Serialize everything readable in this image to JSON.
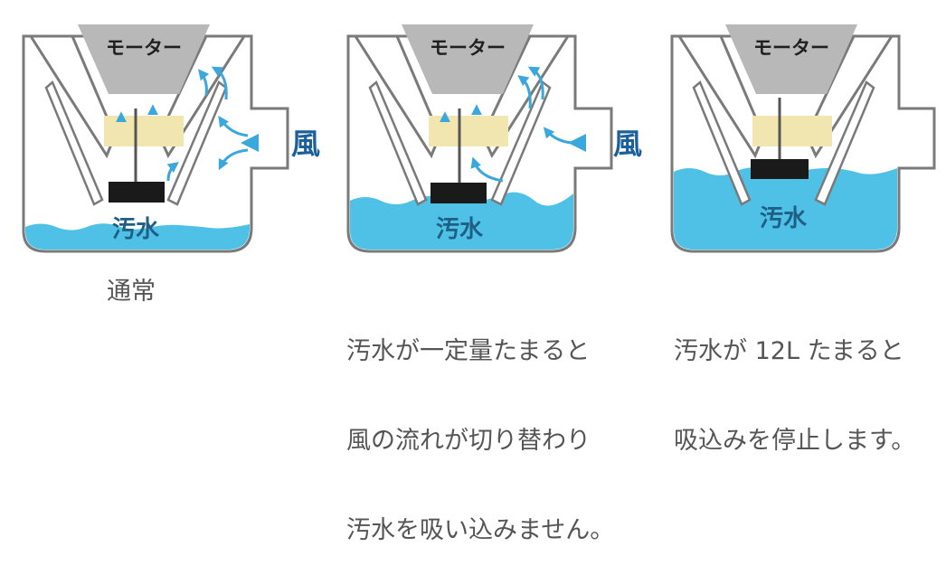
{
  "panels": [
    {
      "id": "normal",
      "motor_label": "モーター",
      "water_label": "汚水",
      "wind_label": "風",
      "caption": "通常"
    },
    {
      "id": "water-collected",
      "motor_label": "モーター",
      "water_label": "汚水",
      "wind_label": "風",
      "caption_lines": [
        "汚水が一定量たまると",
        "風の流れが切り替わり",
        "汚水を吸い込みません。"
      ]
    },
    {
      "id": "stop",
      "motor_label": "モーター",
      "water_label": "汚水",
      "caption_lines": [
        "汚水が 12L たまると",
        "吸込みを停止します。"
      ]
    }
  ],
  "colors": {
    "water": "#4fc1e6",
    "water_light": "#8fd8f2",
    "motor": "#b8b8b8",
    "filter": "#f2e6b0",
    "float": "#1a1a1a",
    "outline": "#7a7a7a",
    "arrow": "#3aa7dd",
    "arrow_light": "#bfe6f7"
  }
}
